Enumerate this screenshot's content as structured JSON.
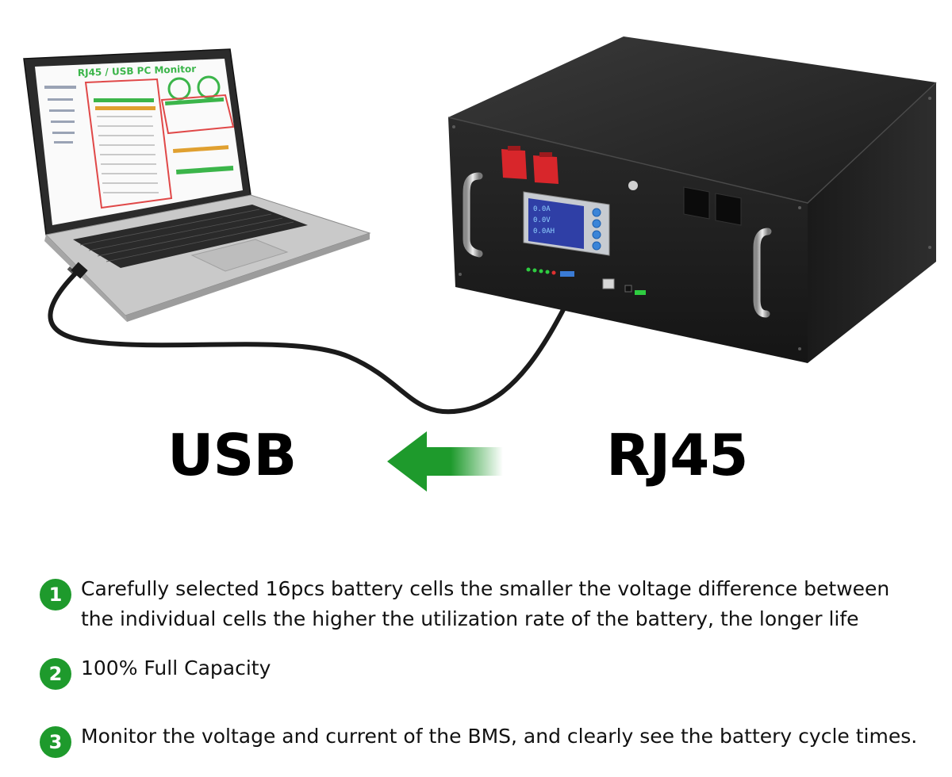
{
  "laptop_screen": {
    "title": "RJ45 / USB PC Monitor"
  },
  "labels": {
    "left": "USB",
    "right": "RJ45"
  },
  "colors": {
    "accent_green": "#1e9a2c",
    "battery_body": "#232323",
    "terminal_red": "#d8262b"
  },
  "features": [
    {
      "number": "1",
      "text": "Carefully selected 16pcs battery cells the smaller the voltage difference between the individual cells the higher the utilization rate of the battery, the longer life"
    },
    {
      "number": "2",
      "text": "100% Full Capacity"
    },
    {
      "number": "3",
      "text": "Monitor the voltage and current of the BMS, and clearly see the battery cycle times."
    }
  ]
}
